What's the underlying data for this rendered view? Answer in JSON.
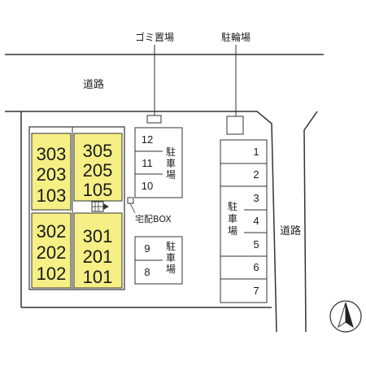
{
  "colors": {
    "building_fill": "#f5ef85",
    "line": "#333333",
    "background": "#ffffff"
  },
  "labels": {
    "garbage": "ゴミ置場",
    "bicycle": "駐輪場",
    "road_top": "道路",
    "road_right": "道路",
    "delivery_box": "宅配BOX"
  },
  "buildings": [
    {
      "units": [
        "303",
        "203",
        "103"
      ]
    },
    {
      "units": [
        "305",
        "205",
        "105"
      ]
    },
    {
      "units": [
        "302",
        "202",
        "102"
      ]
    },
    {
      "units": [
        "301",
        "201",
        "101"
      ]
    }
  ],
  "parking_mid_top": {
    "label": [
      "駐",
      "車",
      "場"
    ],
    "spaces": [
      "12",
      "11",
      "10"
    ]
  },
  "parking_mid_bottom": {
    "label": [
      "駐",
      "車",
      "場"
    ],
    "spaces": [
      "9",
      "8"
    ]
  },
  "parking_right": {
    "label": [
      "駐",
      "車",
      "場"
    ],
    "spaces": [
      "1",
      "2",
      "3",
      "4",
      "5",
      "6",
      "7"
    ]
  },
  "icons": {
    "north": "north-arrow-icon",
    "stairs": "stairs-icon"
  }
}
